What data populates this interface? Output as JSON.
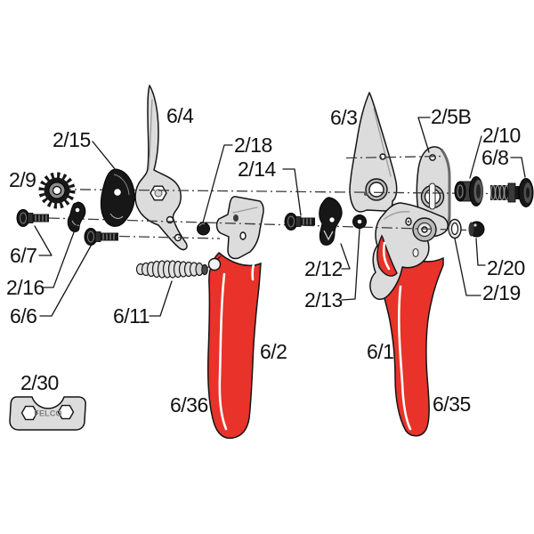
{
  "diagram": {
    "description_labels": "exploded parts diagram of pruning shears",
    "labels": {
      "p2_9": "2/9",
      "p2_15": "2/15",
      "p6_4": "6/4",
      "p6_7": "6/7",
      "p2_16": "2/16",
      "p6_6": "6/6",
      "p6_11": "6/11",
      "p2_30": "2/30",
      "p6_36": "6/36",
      "p6_2": "6/2",
      "p2_18": "2/18",
      "p2_14": "2/14",
      "p2_12": "2/12",
      "p2_13": "2/13",
      "p6_3": "6/3",
      "p2_5B": "2/5B",
      "p2_10": "2/10",
      "p6_8": "6/8",
      "p2_20": "2/20",
      "p2_19": "2/19",
      "p6_1": "6/1",
      "p6_35": "6/35"
    },
    "plate_logo": "FELCO",
    "colors": {
      "handle_red": "#e8322a",
      "metal_gray": "#dcdcdc",
      "part_black": "#171717",
      "background": "#ffffff"
    }
  }
}
